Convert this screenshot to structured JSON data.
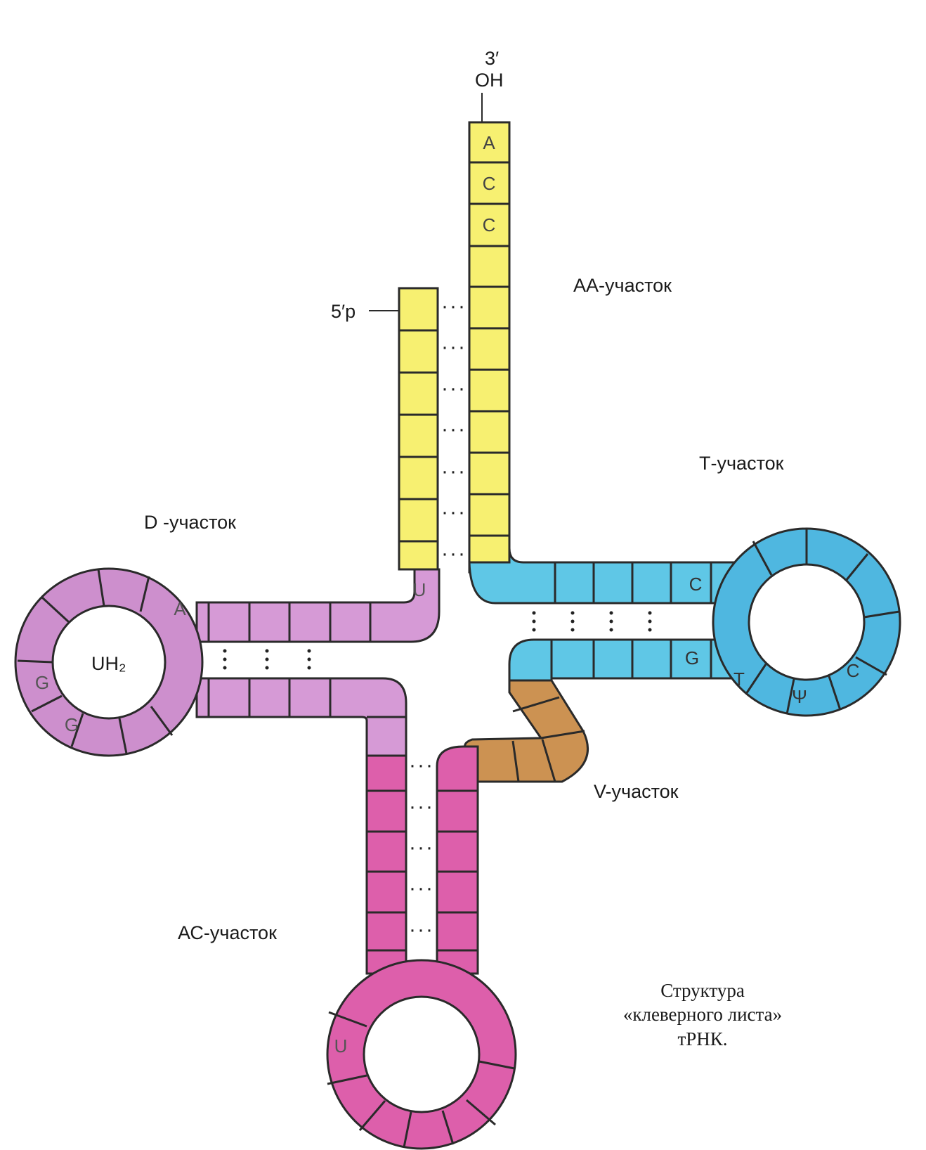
{
  "ends": {
    "three_prime": "3′",
    "oh": "OH",
    "five_prime": "5′р"
  },
  "regions": {
    "aa": "АА-участок",
    "t": "Т-участок",
    "d": "D -участок",
    "v": "V-участок",
    "ac": "АС-участок"
  },
  "loop_center": {
    "d_loop": "UH₂"
  },
  "nucleotides": {
    "acc_1": "A",
    "acc_2": "C",
    "acc_3": "C",
    "d_u": "U",
    "d_a": "A",
    "d_g1": "G",
    "d_g2": "G",
    "t_c1": "C",
    "t_g": "G",
    "t_t": "T",
    "t_psi": "Ψ",
    "t_c2": "C",
    "ac_u": "U"
  },
  "caption": {
    "line1": "Структура",
    "line2": "«клеверного листа»",
    "line3": "тРНК."
  },
  "colors": {
    "acceptor": "#f7f071",
    "d_arm": "#d69ad6",
    "t_arm": "#5fc7e6",
    "variable": "#cc9252",
    "anticodon": "#dd5fab",
    "outline": "#2a2a2a"
  }
}
